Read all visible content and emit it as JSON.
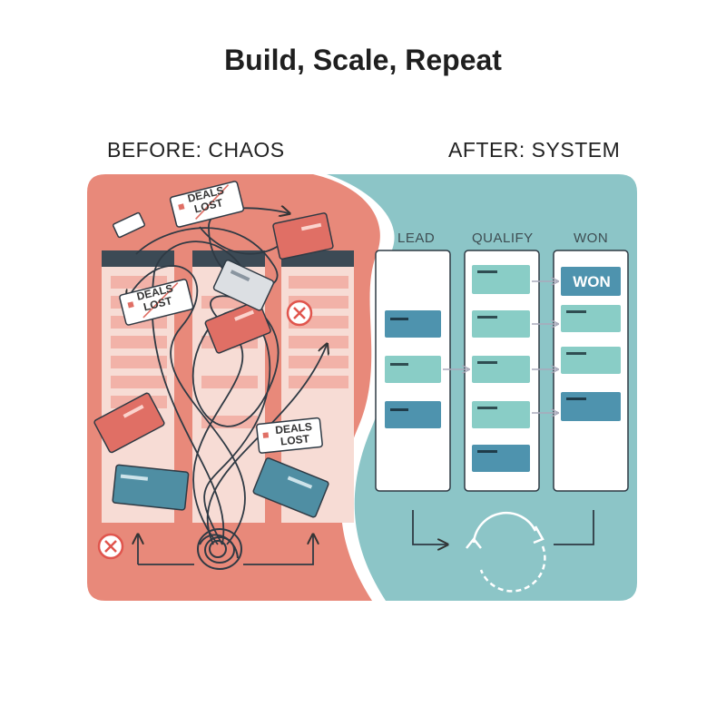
{
  "title": "Build, Scale, Repeat",
  "before": {
    "label": "BEFORE: CHAOS",
    "tags": [
      {
        "line1": "DEALS",
        "line2": "LOST"
      },
      {
        "line1": "DEALS",
        "line2": "LOST"
      },
      {
        "line1": "DEALS",
        "line2": "LOST"
      }
    ],
    "colors": {
      "panel": "#e8897a",
      "card": "#e06f65",
      "teal_card": "#4f8ea3"
    }
  },
  "after": {
    "label": "AFTER: SYSTEM",
    "columns": [
      "LEAD",
      "QUALIFY",
      "WON"
    ],
    "won_badge": "WON",
    "colors": {
      "panel": "#8cc5c7",
      "card_light": "#89cdc6",
      "card_dark": "#4e93ae"
    }
  }
}
